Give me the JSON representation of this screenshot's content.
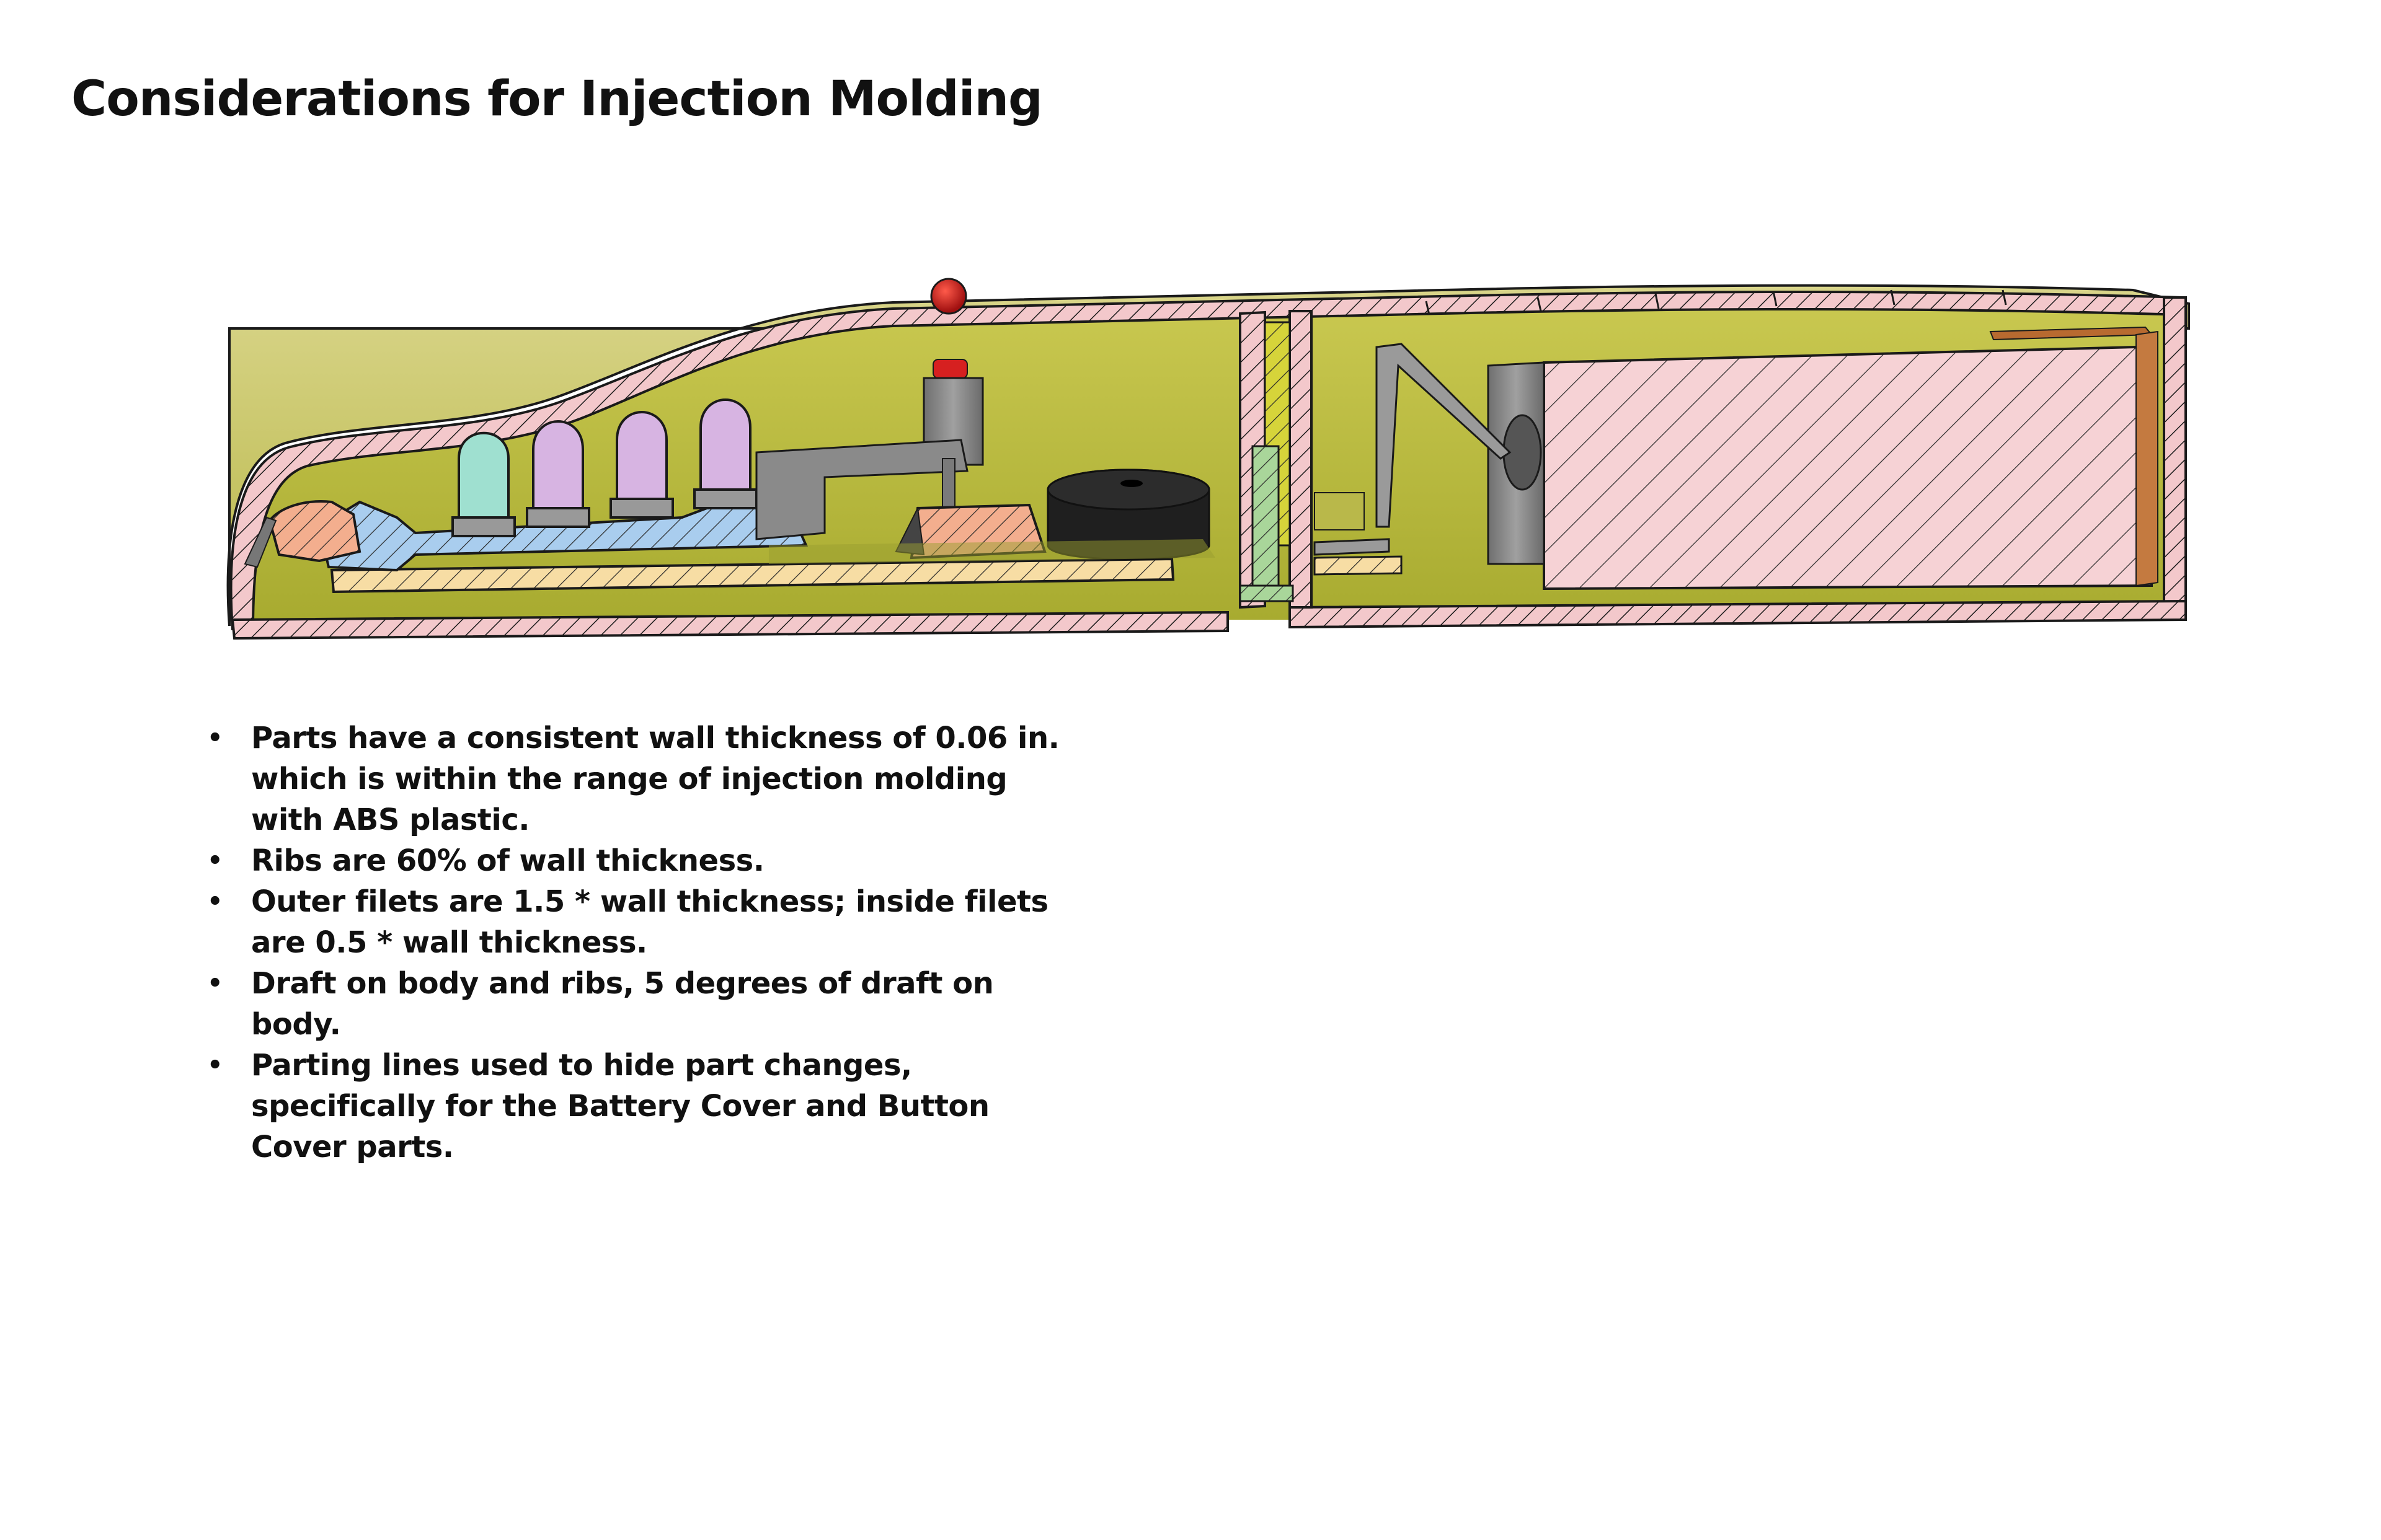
{
  "page": {
    "title": "Considerations for Injection Molding"
  },
  "figure": {
    "description_icon": "section-view-icon",
    "colors": {
      "shell_outer": "#cfcb72",
      "shell_inner": "#b8b845",
      "wall_hatch": "#f3c8cb",
      "battery": "#f6cfd2",
      "pcb": "#f7dda4",
      "led_cyan": "#9fe0d0",
      "led_purple": "#d7b4e2",
      "blue_part": "#a9cdee",
      "orange_part": "#f3ae8e",
      "red_button": "#cc2222",
      "screw": "#a9d69a",
      "gray_part": "#8a8a8a",
      "buzzer": "#2a2a2a"
    }
  },
  "bullets": [
    "Parts have a consistent wall thickness of 0.06 in. which is within the range of injection molding with ABS plastic.",
    "Ribs are 60% of wall thickness.",
    "Outer filets are 1.5 * wall thickness; inside filets are 0.5 * wall thickness.",
    "Draft on body and ribs, 5 degrees of draft on body.",
    "Parting lines used to hide part changes, specifically for the Battery Cover and Button Cover parts."
  ]
}
